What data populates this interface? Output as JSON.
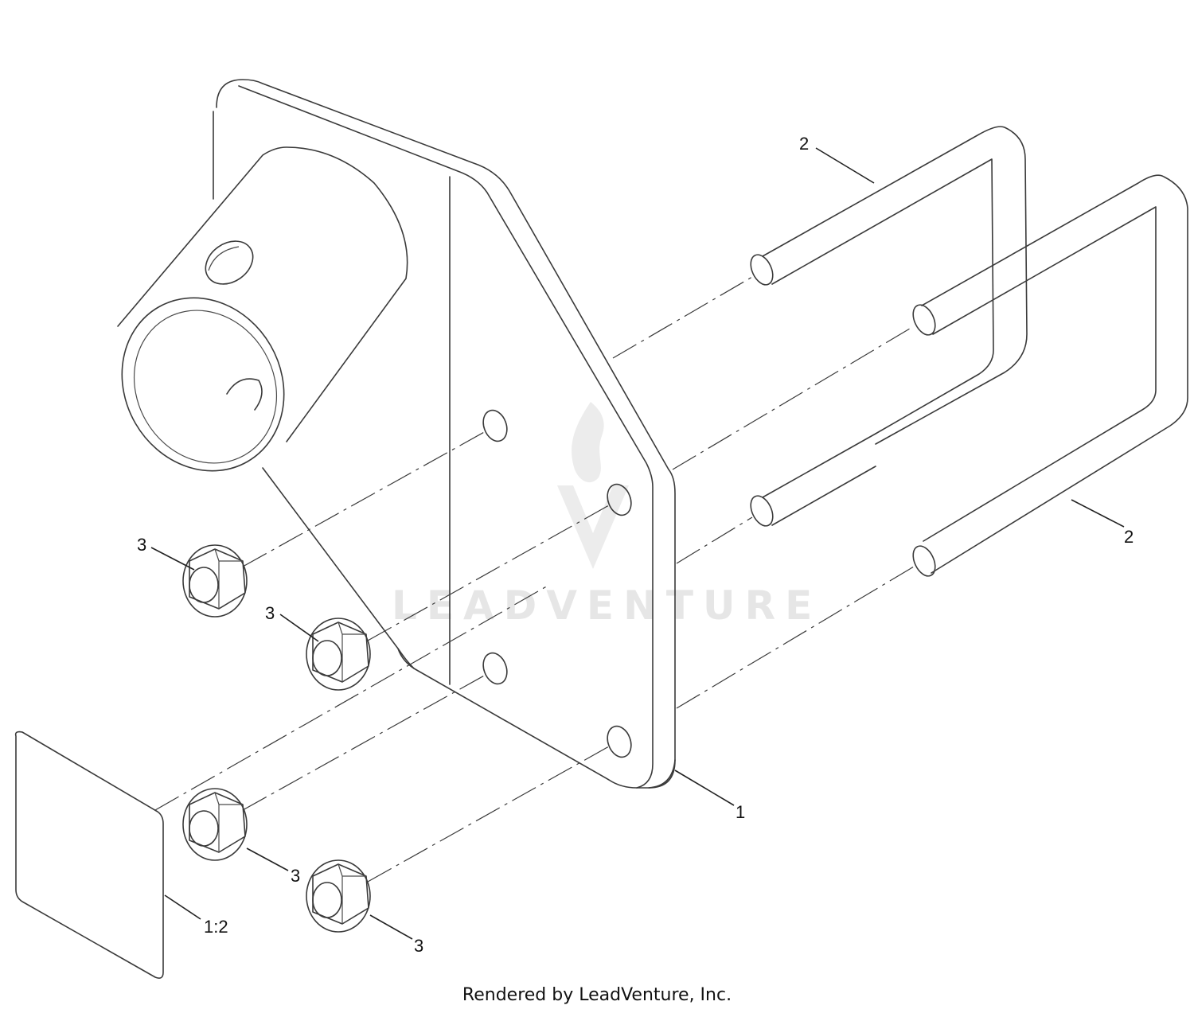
{
  "callouts": {
    "c1": "1",
    "c1_2": "1:2",
    "c2a": "2",
    "c2b": "2",
    "c3a": "3",
    "c3b": "3",
    "c3c": "3",
    "c3d": "3"
  },
  "watermark": "LEADVENTURE",
  "footer": "Rendered by LeadVenture, Inc.",
  "colors": {
    "line": "#3a3a3a",
    "watermark": "#e6e6e6",
    "background": "#ffffff"
  }
}
